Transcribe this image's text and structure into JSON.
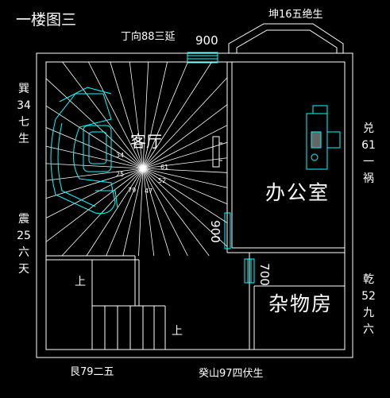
{
  "title": "一楼图三",
  "top_label": "丁向88三延",
  "top_right_label": "坤16五绝生",
  "bottom_left_label": "艮79二五",
  "bottom_center_label": "癸山97四伏生",
  "left_labels": [
    [
      "巽",
      "34",
      "七",
      "生"
    ],
    [
      "震",
      "25",
      "六",
      "天"
    ]
  ],
  "right_labels": [
    [
      "兑",
      "61",
      "一",
      "祸"
    ],
    [
      "乾",
      "52",
      "九",
      "六"
    ]
  ],
  "rooms": {
    "living": "客厅",
    "office": "办公室",
    "storage": "杂物房"
  },
  "dimensions": {
    "top_window": "900",
    "right_door": "900",
    "storage_door": "700"
  },
  "stairs": {
    "up_1": "上",
    "up_2": "上"
  },
  "ray_numbers": [
    "34",
    "61",
    "52",
    "47",
    "79",
    "25"
  ],
  "colors": {
    "background": "#000000",
    "walls": "#ffffff",
    "fixtures": "#00ffff",
    "accent": "#808080"
  }
}
